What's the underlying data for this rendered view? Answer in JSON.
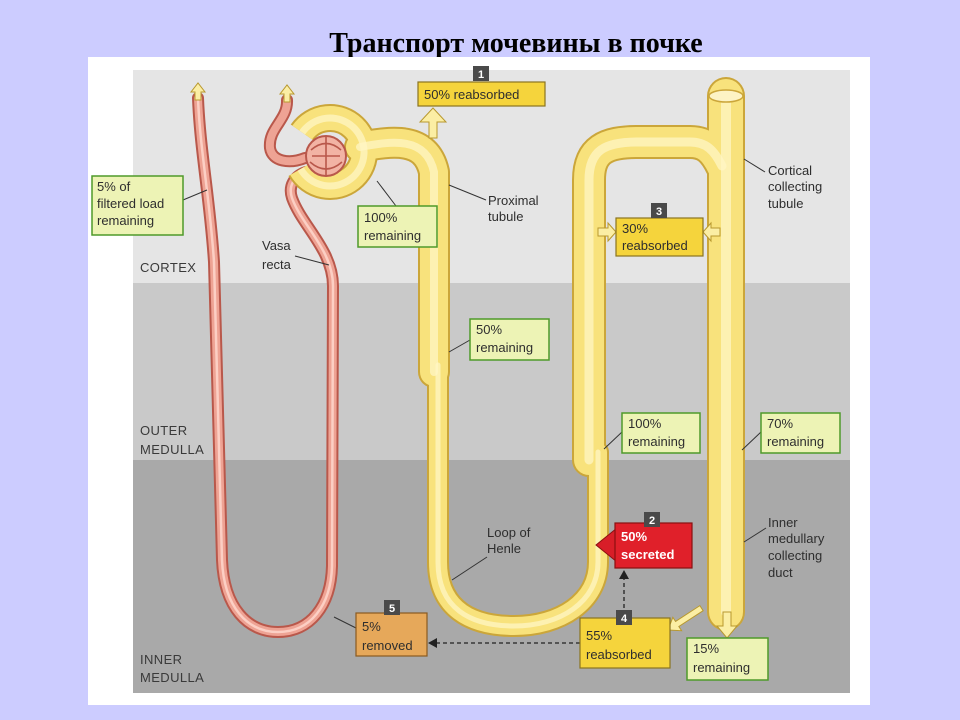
{
  "title": "Транспорт мочевины в почке",
  "zones": {
    "cortex": "CORTEX",
    "outer_medulla": [
      "OUTER",
      "MEDULLA"
    ],
    "inner_medulla": [
      "INNER",
      "MEDULLA"
    ]
  },
  "labels": {
    "vasa_recta": [
      "Vasa",
      "recta"
    ],
    "proximal_tubule": [
      "Proximal",
      "tubule"
    ],
    "cortical_collecting_tubule": [
      "Cortical",
      "collecting",
      "tubule"
    ],
    "loop_of_henle": [
      "Loop of",
      "Henle"
    ],
    "inner_medullary_collecting_duct": [
      "Inner",
      "medullary",
      "collecting",
      "duct"
    ]
  },
  "remaining_boxes": {
    "filtered_load": [
      "5% of",
      "filtered load",
      "remaining"
    ],
    "bowman": [
      "100%",
      "remaining"
    ],
    "proximal_end": [
      "50%",
      "remaining"
    ],
    "thick_ascending": [
      "100%",
      "remaining"
    ],
    "cortical_duct": [
      "70%",
      "remaining"
    ],
    "duct_end": [
      "15%",
      "remaining"
    ]
  },
  "steps": {
    "s1": {
      "number": "1",
      "text": [
        "50% reabsorbed"
      ]
    },
    "s2": {
      "number": "2",
      "text": [
        "50%",
        "secreted"
      ]
    },
    "s3": {
      "number": "3",
      "text": [
        "30%",
        "reabsorbed"
      ]
    },
    "s4": {
      "number": "4",
      "text": [
        "55%",
        "reabsorbed"
      ]
    },
    "s5": {
      "number": "5",
      "text": [
        "5%",
        "removed"
      ]
    }
  },
  "colors": {
    "background": "#ccccff",
    "panel": "#ffffff",
    "cortex": "#e5e5e5",
    "outer_medulla": "#c9c9c9",
    "inner_medulla": "#a9a9a9",
    "tubule": "#f8e27c",
    "tubule_edge": "#cba63a",
    "vasa_recta": "#eea394",
    "vasa_recta_edge": "#b9584b",
    "remaining_box": "#edf3b5",
    "remaining_border": "#4f9a2a",
    "reabsorbed_box": "#f5d43c",
    "removed_box": "#e6a85a",
    "secreted_box": "#e0202a",
    "step_tag": "#4a4a4a"
  }
}
